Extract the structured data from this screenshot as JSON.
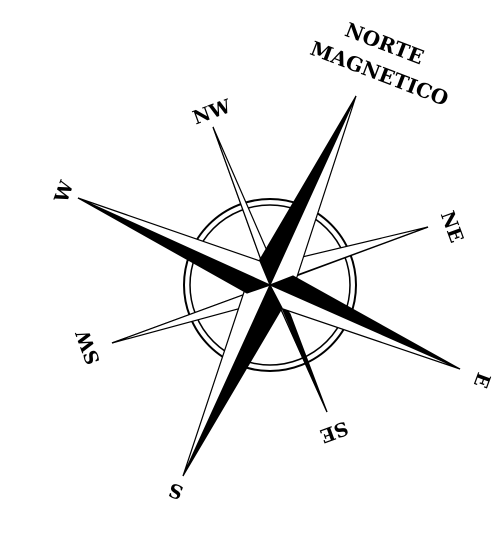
{
  "compass": {
    "north_label": {
      "line1": "NORTE",
      "line2": "MAGNETICO"
    },
    "points": {
      "nw": "NW",
      "ne": "NE",
      "w": "W",
      "e": "E",
      "sw": "SW",
      "se": "SE",
      "s": "S"
    },
    "colors": {
      "ink": "#000000",
      "paper": "#ffffff"
    }
  }
}
